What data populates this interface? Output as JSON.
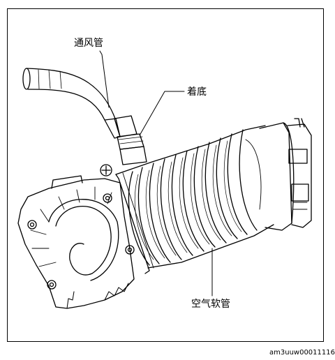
{
  "labels": {
    "vent_tube": "通风管",
    "seated": "着底",
    "air_hose": "空气软管"
  },
  "reference_code": "am3uuw00011116",
  "colors": {
    "line": "#000000",
    "background": "#ffffff"
  }
}
